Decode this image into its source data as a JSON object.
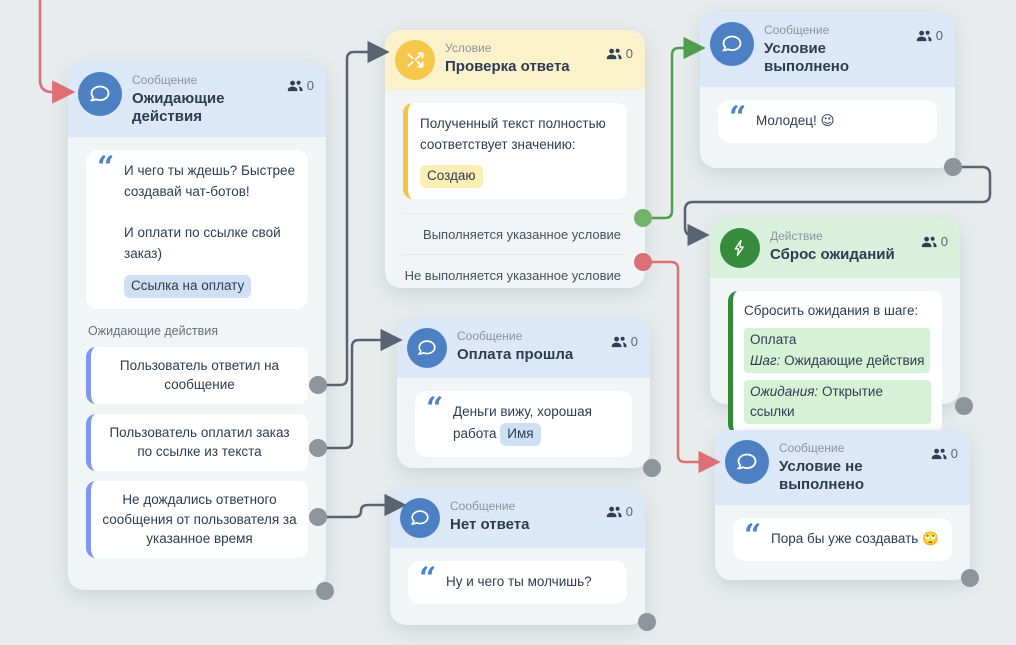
{
  "nodes": {
    "waiting": {
      "type_label": "Сообщение",
      "title": "Ожидающие действия",
      "count": "0",
      "message_par1": "И чего ты ждешь? Быстрее создавай чат-ботов!",
      "message_par2": "И оплати по ссылке свой заказ)",
      "attachment_pill": "Ссылка на оплату",
      "section_label": "Ожидающие действия",
      "actions": [
        {
          "label": "Пользователь ответил на сообщение"
        },
        {
          "label": "Пользователь оплатил заказ по ссылке из текста"
        },
        {
          "label": "Не дождались ответного сообщения от пользователя за указанное время"
        }
      ]
    },
    "condition": {
      "type_label": "Условие",
      "title": "Проверка ответа",
      "count": "0",
      "rule_text": "Полученный текст полностью соответствует значению:",
      "rule_value": "Создаю",
      "output_true": "Выполняется указанное условие",
      "output_false": "Не выполняется указанное условие"
    },
    "paid": {
      "type_label": "Сообщение",
      "title": "Оплата прошла",
      "count": "0",
      "message": "Деньги вижу, хорошая работа",
      "var_pill": "Имя"
    },
    "no_reply": {
      "type_label": "Сообщение",
      "title": "Нет ответа",
      "count": "0",
      "message": "Ну и чего ты молчишь?"
    },
    "cond_met": {
      "type_label": "Сообщение",
      "title": "Условие выполнено",
      "count": "0",
      "message": "Молодец! 😉"
    },
    "reset": {
      "type_label": "Действие",
      "title": "Сброс ожиданий",
      "count": "0",
      "action_text": "Сбросить ожидания в шаге:",
      "target_name": "Оплата",
      "step_label": "Шаг:",
      "step_value": "Ожидающие действия",
      "wait_label": "Ожидания:",
      "wait_value": "Открытие ссылки"
    },
    "cond_not_met": {
      "type_label": "Сообщение",
      "title": "Условие не выполнено",
      "count": "0",
      "message": "Пора бы уже создавать 🙄"
    }
  },
  "colors": {
    "canvas_bg": "#e8eced",
    "node_bg": "#f2f5f6",
    "header_blue": "#dce8f7",
    "header_yellow": "#fbf2cb",
    "header_green": "#d9f0dd",
    "icon_blue": "#4c80c2",
    "icon_yellow": "#f5c84c",
    "icon_green": "#368c3c",
    "edge_dark": "#5a6372",
    "edge_red": "#dd6f75",
    "edge_green": "#4f9e50",
    "port_gray": "#8e959c",
    "port_green": "#74b36c",
    "port_red": "#d87077",
    "accent_card_border": "#7e97f3",
    "highlight_green": "#d6f2d6",
    "pill_blue": "#cfe0f5",
    "pill_yellow": "#fceeb5"
  }
}
